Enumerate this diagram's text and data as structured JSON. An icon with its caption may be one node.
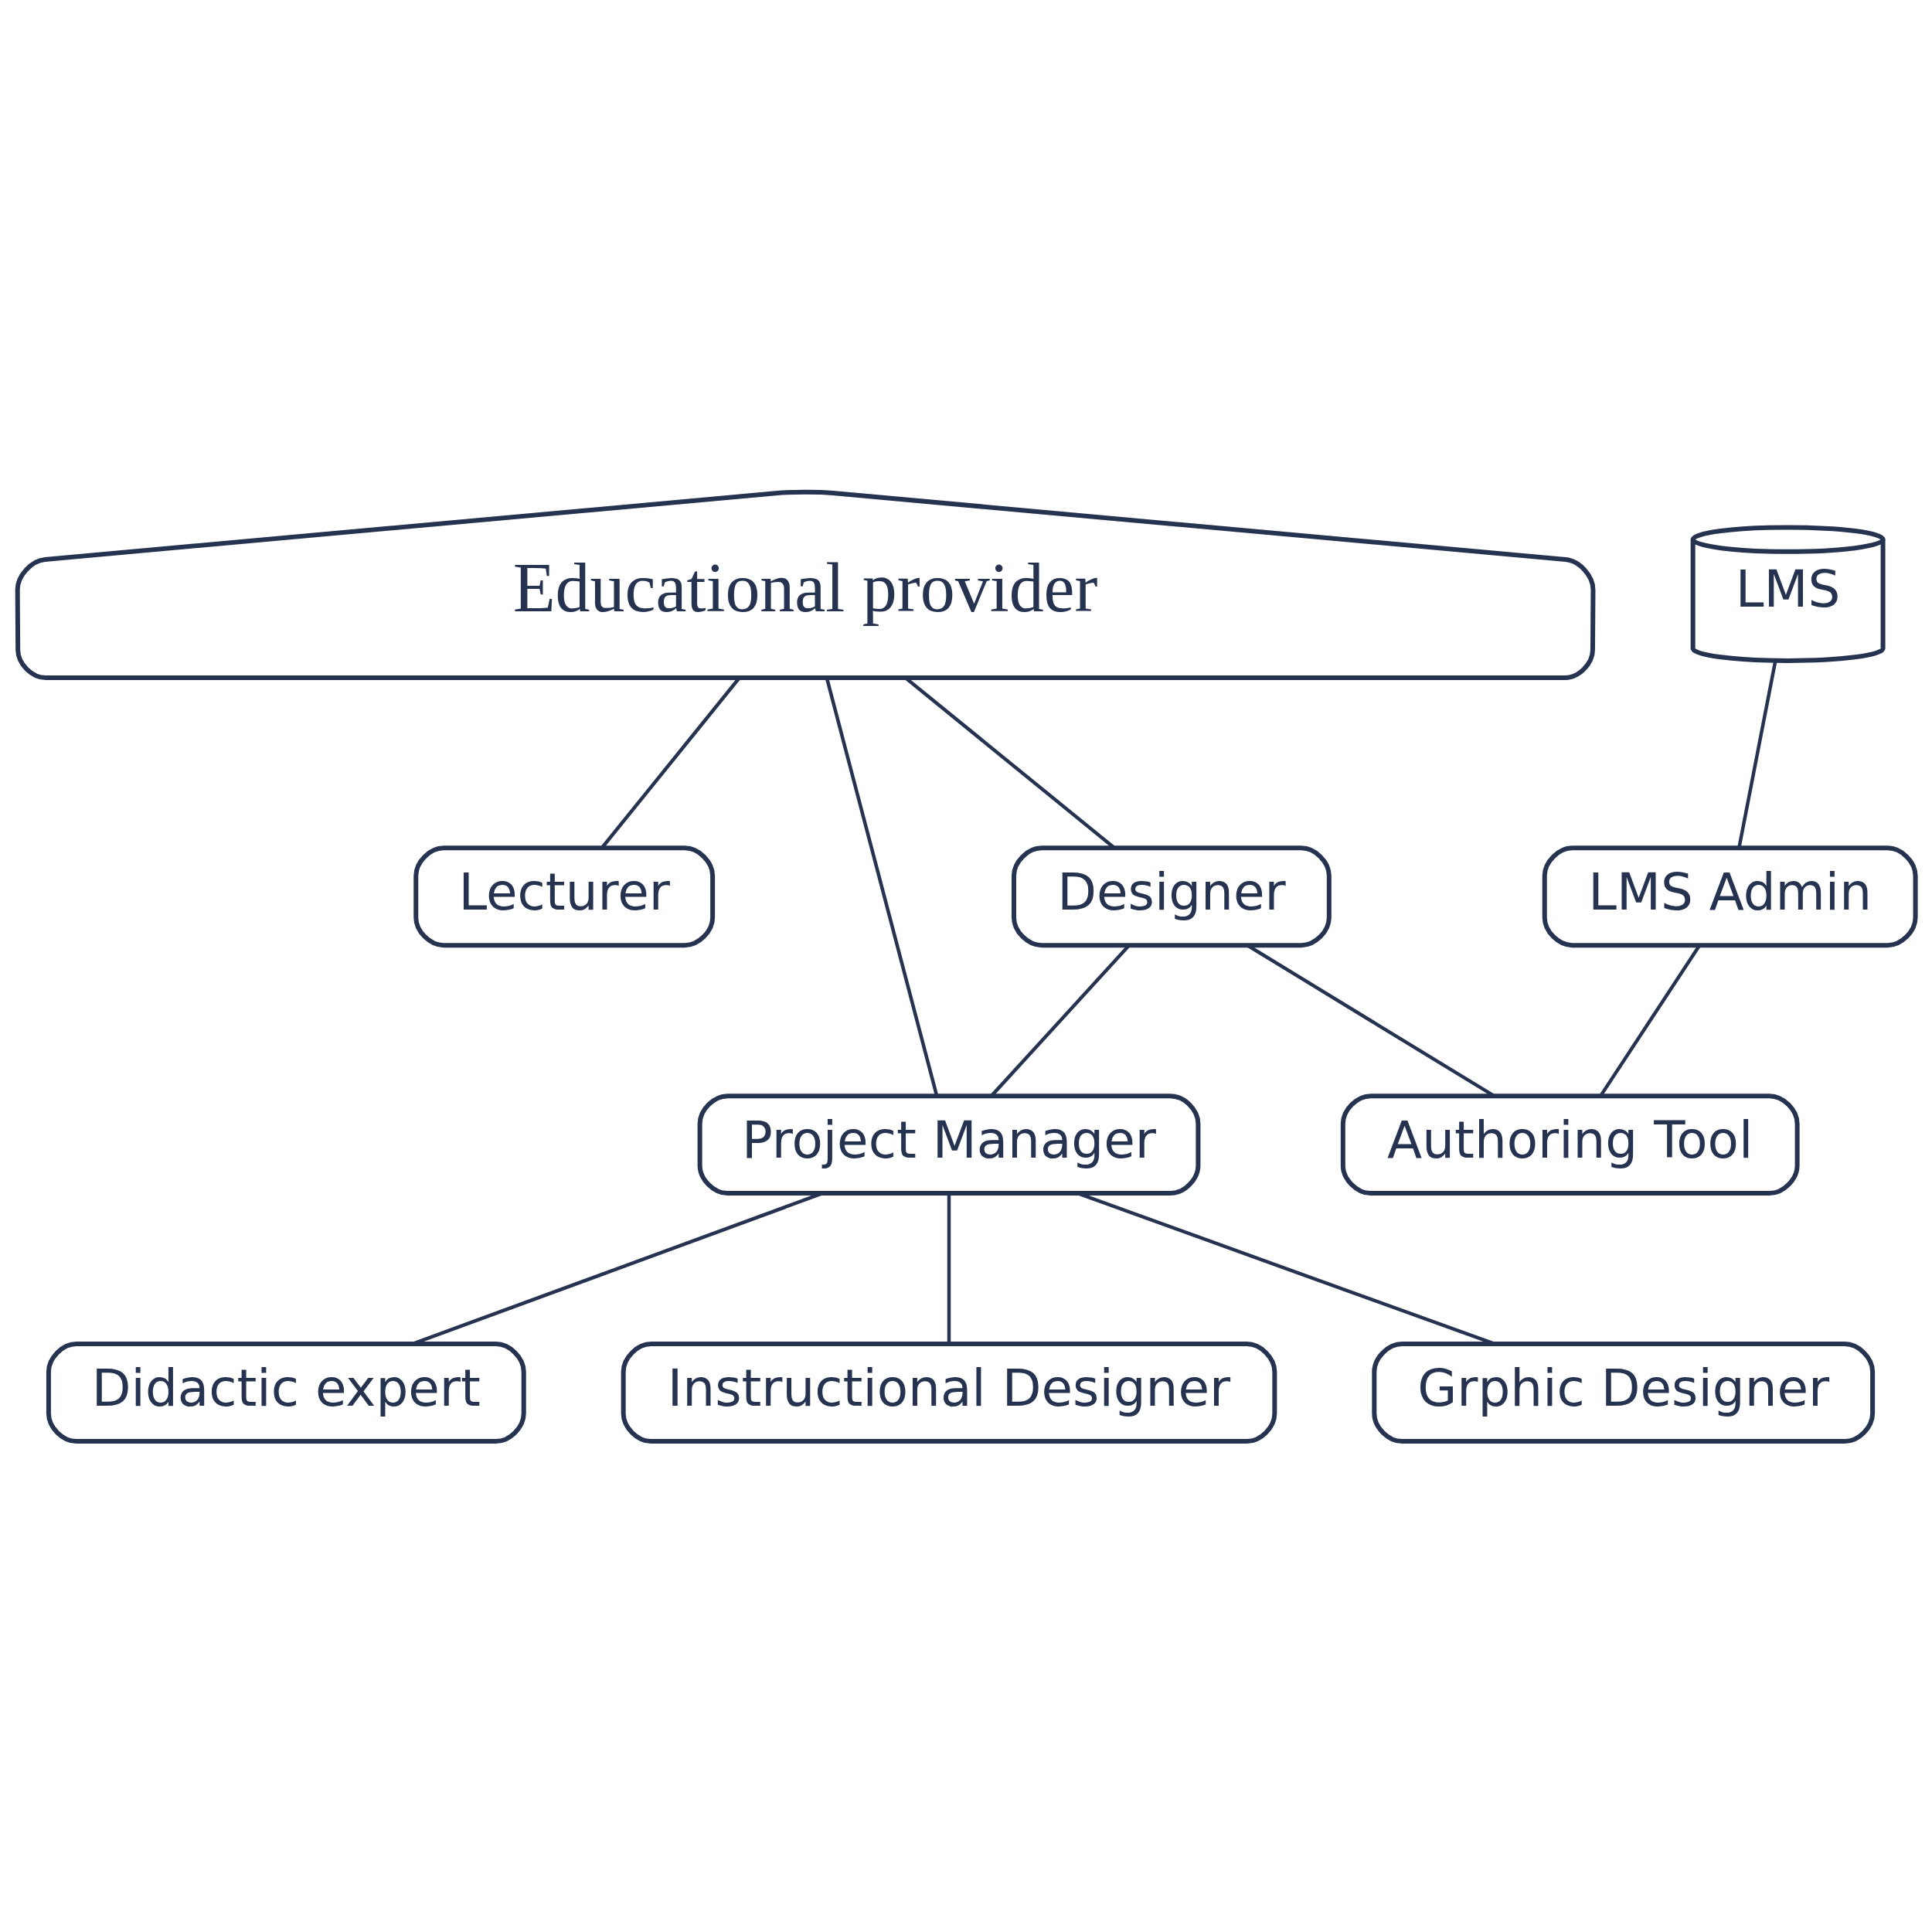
{
  "diagram": {
    "nodes": [
      {
        "text": [
          "Educational provider"
        ]
      },
      {
        "text": [
          "Lecturer"
        ]
      },
      {
        "text": [
          "Project Manager"
        ]
      },
      {
        "text": [
          "Designer"
        ]
      },
      {
        "text": [
          "LMS"
        ]
      },
      {
        "text": [
          "LMS Admin"
        ]
      },
      {
        "text": [
          "Didactic expert"
        ]
      },
      {
        "text": [
          "Instructional Designer"
        ]
      },
      {
        "text": [
          "Grphic Designer"
        ]
      },
      {
        "text": [
          "Authoring Tool"
        ]
      }
    ],
    "edges": [
      {
        "from": 0,
        "to": 1,
        "arrow": "none"
      },
      {
        "from": 0,
        "to": 2,
        "arrow": "none"
      },
      {
        "from": 0,
        "to": 3,
        "arrow": "none"
      },
      {
        "from": 4,
        "to": 5,
        "arrow": "none"
      },
      {
        "from": 3,
        "to": 2,
        "arrow": "none"
      },
      {
        "from": 3,
        "to": 9,
        "arrow": "none"
      },
      {
        "from": 5,
        "to": 9,
        "arrow": "none"
      },
      {
        "from": 2,
        "to": 6,
        "arrow": "none"
      },
      {
        "from": 2,
        "to": 7,
        "arrow": "none"
      },
      {
        "from": 2,
        "to": 8,
        "arrow": "none"
      }
    ]
  }
}
